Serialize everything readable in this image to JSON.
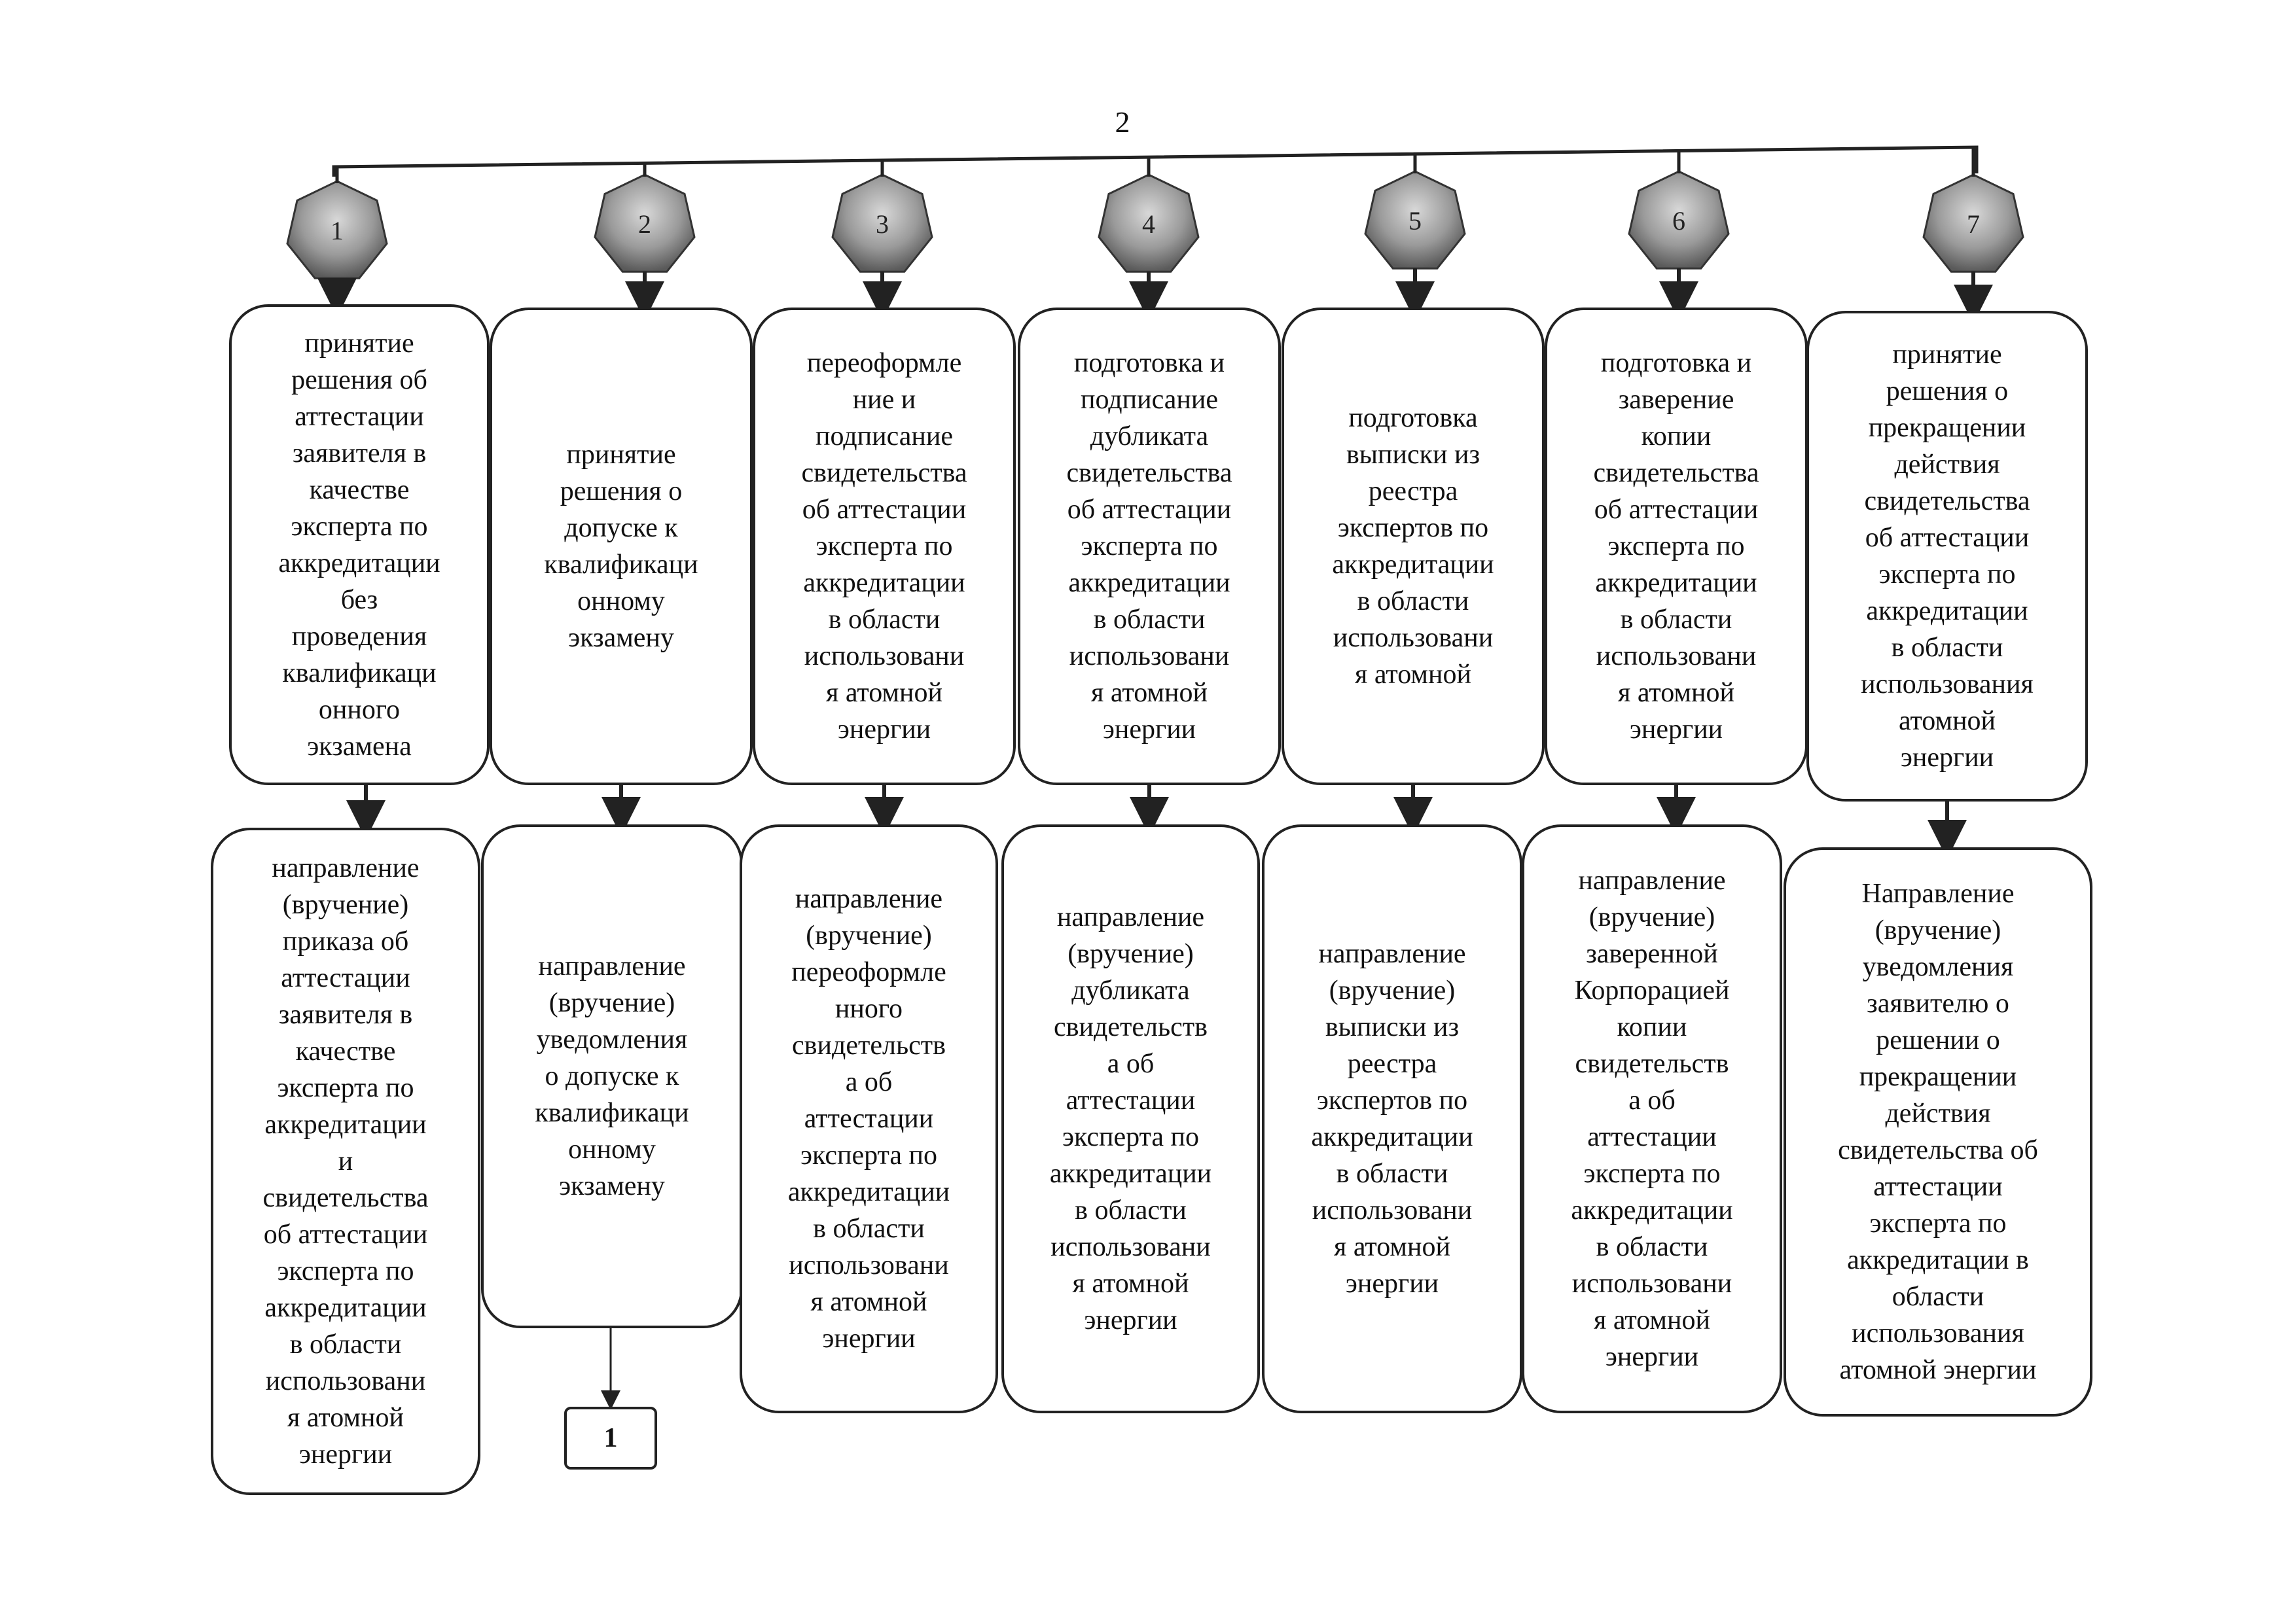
{
  "top_label": "2",
  "steps": [
    {
      "num": "1",
      "decision": "принятие\nрешения об\nаттестации\nзаявителя в\nкачестве\nэксперта по\nаккредитации\nбез\nпроведения\nквалификаци\nонного\nэкзамена",
      "action": "направление\n(вручение)\nприказа об\nаттестации\nзаявителя в\nкачестве\nэксперта по\nаккредитации\nи\nсвидетельства\nоб аттестации\nэксперта по\nаккредитации\nв области\nиспользовани\nя атомной\nэнергии"
    },
    {
      "num": "2",
      "decision": "принятие\nрешения о\nдопуске к\nквалификаци\nонному\nэкзамену",
      "action": "направление\n(вручение)\nуведомления\nо допуске к\nквалификаци\nонному\nэкзамену"
    },
    {
      "num": "3",
      "decision": "переоформле\nние и\nподписание\nсвидетельства\nоб аттестации\nэксперта по\nаккредитации\nв области\nиспользовани\nя атомной\nэнергии",
      "action": "направление\n(вручение)\nпереоформле\nнного\nсвидетельств\nа об\nаттестации\nэксперта по\nаккредитации\nв области\nиспользовани\nя атомной\nэнергии"
    },
    {
      "num": "4",
      "decision": "подготовка и\nподписание\nдубликата\nсвидетельства\nоб аттестации\nэксперта по\nаккредитации\nв области\nиспользовани\nя атомной\nэнергии",
      "action": "направление\n(вручение)\nдубликата\nсвидетельств\nа об\nаттестации\nэксперта по\nаккредитации\nв области\nиспользовани\nя атомной\nэнергии"
    },
    {
      "num": "5",
      "decision": "подготовка\nвыписки из\nреестра\nэкспертов по\nаккредитации\nв области\nиспользовани\nя атомной",
      "action": "направление\n(вручение)\nвыписки из\nреестра\nэкспертов по\nаккредитации\nв области\nиспользовани\nя атомной\nэнергии"
    },
    {
      "num": "6",
      "decision": "подготовка и\nзаверение\nкопии\nсвидетельства\nоб аттестации\nэксперта по\nаккредитации\nв области\nиспользовани\nя атомной\nэнергии",
      "action": "направление\n(вручение)\nзаверенной\nКорпорацией\nкопии\nсвидетельств\nа об\nаттестации\nэксперта по\nаккредитации\nв области\nиспользовани\nя атомной\nэнергии"
    },
    {
      "num": "7",
      "decision": "принятие\nрешения о\nпрекращении\nдействия\nсвидетельства\nоб аттестации\nэксперта по\nаккредитации\nв области\nиспользования\nатомной\nэнергии",
      "action": "Направление\n(вручение)\nуведомления\nзаявителю о\nрешении о\nпрекращении\nдействия\nсвидетельства об\nаттестации\nэксперта по\nаккредитации в\nобласти\nиспользования\nатомной энергии"
    }
  ],
  "next_ref": "1"
}
